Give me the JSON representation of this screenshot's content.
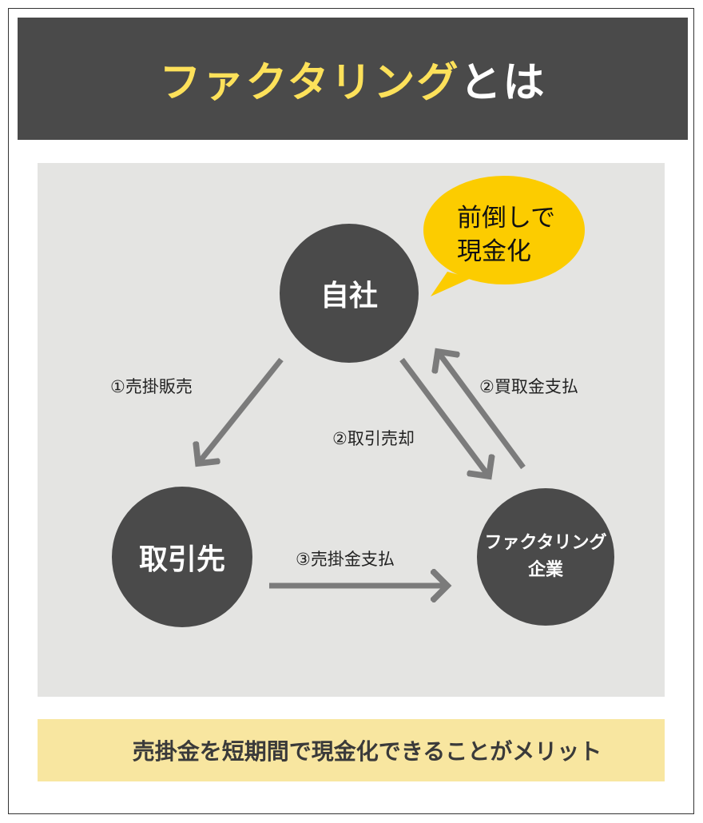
{
  "header": {
    "title_highlight": "ファクタリング",
    "title_rest": "とは"
  },
  "diagram": {
    "nodes": {
      "self": "自社",
      "customer": "取引先",
      "factor_line1": "ファクタリング",
      "factor_line2": "企業"
    },
    "bubble": {
      "line1": "前倒しで",
      "line2": "現金化"
    },
    "arrows": {
      "step1": "①売掛販売",
      "step2_sell": "②取引売却",
      "step2_pay": "②買取金支払",
      "step3": "③売掛金支払"
    }
  },
  "footer": {
    "text": "売掛金を短期間で現金化できることがメリット"
  },
  "colors": {
    "header_bg": "#4a4a4a",
    "title_yellow": "#fde15a",
    "panel_bg": "#e4e4e2",
    "circle": "#4a4a4a",
    "arrow": "#7b7b7b",
    "bubble": "#fccc00",
    "footer_bg": "#f8e6a0"
  }
}
